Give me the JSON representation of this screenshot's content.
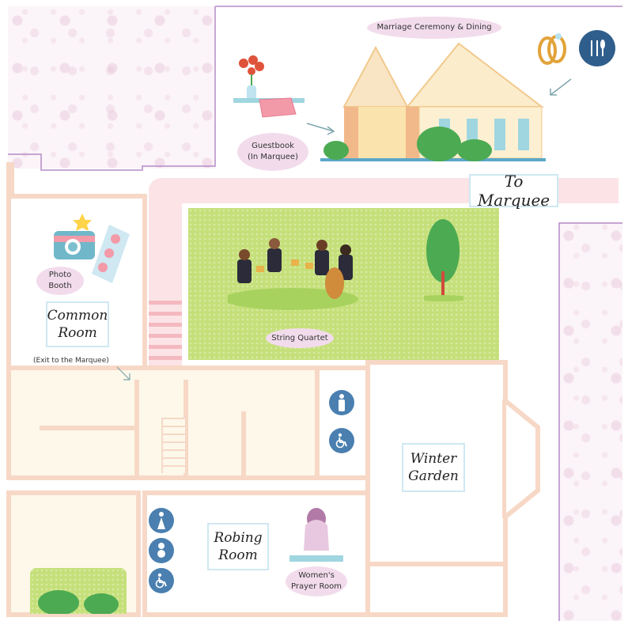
{
  "labels": {
    "marriage": "Marriage Ceremony & Dining",
    "guestbook": "Guestbook\n(In Marquee)",
    "to_marquee": "To Marquee",
    "photo_booth": "Photo\nBooth",
    "common_room": "Common\nRoom",
    "exit_marquee": "(Exit to the Marquee)",
    "string_quartet": "String Quartet",
    "winter_garden": "Winter\nGarden",
    "robing_room": "Robing\nRoom",
    "prayer_room": "Women's\nPrayer Room"
  },
  "icons": {
    "rings": "wedding-rings-icon",
    "dining": "fork-knife-icon",
    "toilet": "toilet-person-icon",
    "accessible": "wheelchair-icon",
    "baby": "baby-change-icon"
  },
  "colors": {
    "wall": "#f7d8c6",
    "lawn": "#c5e07a",
    "bubble": "#f2dcec",
    "icon_blue": "#4a7fb0",
    "path": "#fbe3e6",
    "border_purple": "#b58cc6"
  }
}
